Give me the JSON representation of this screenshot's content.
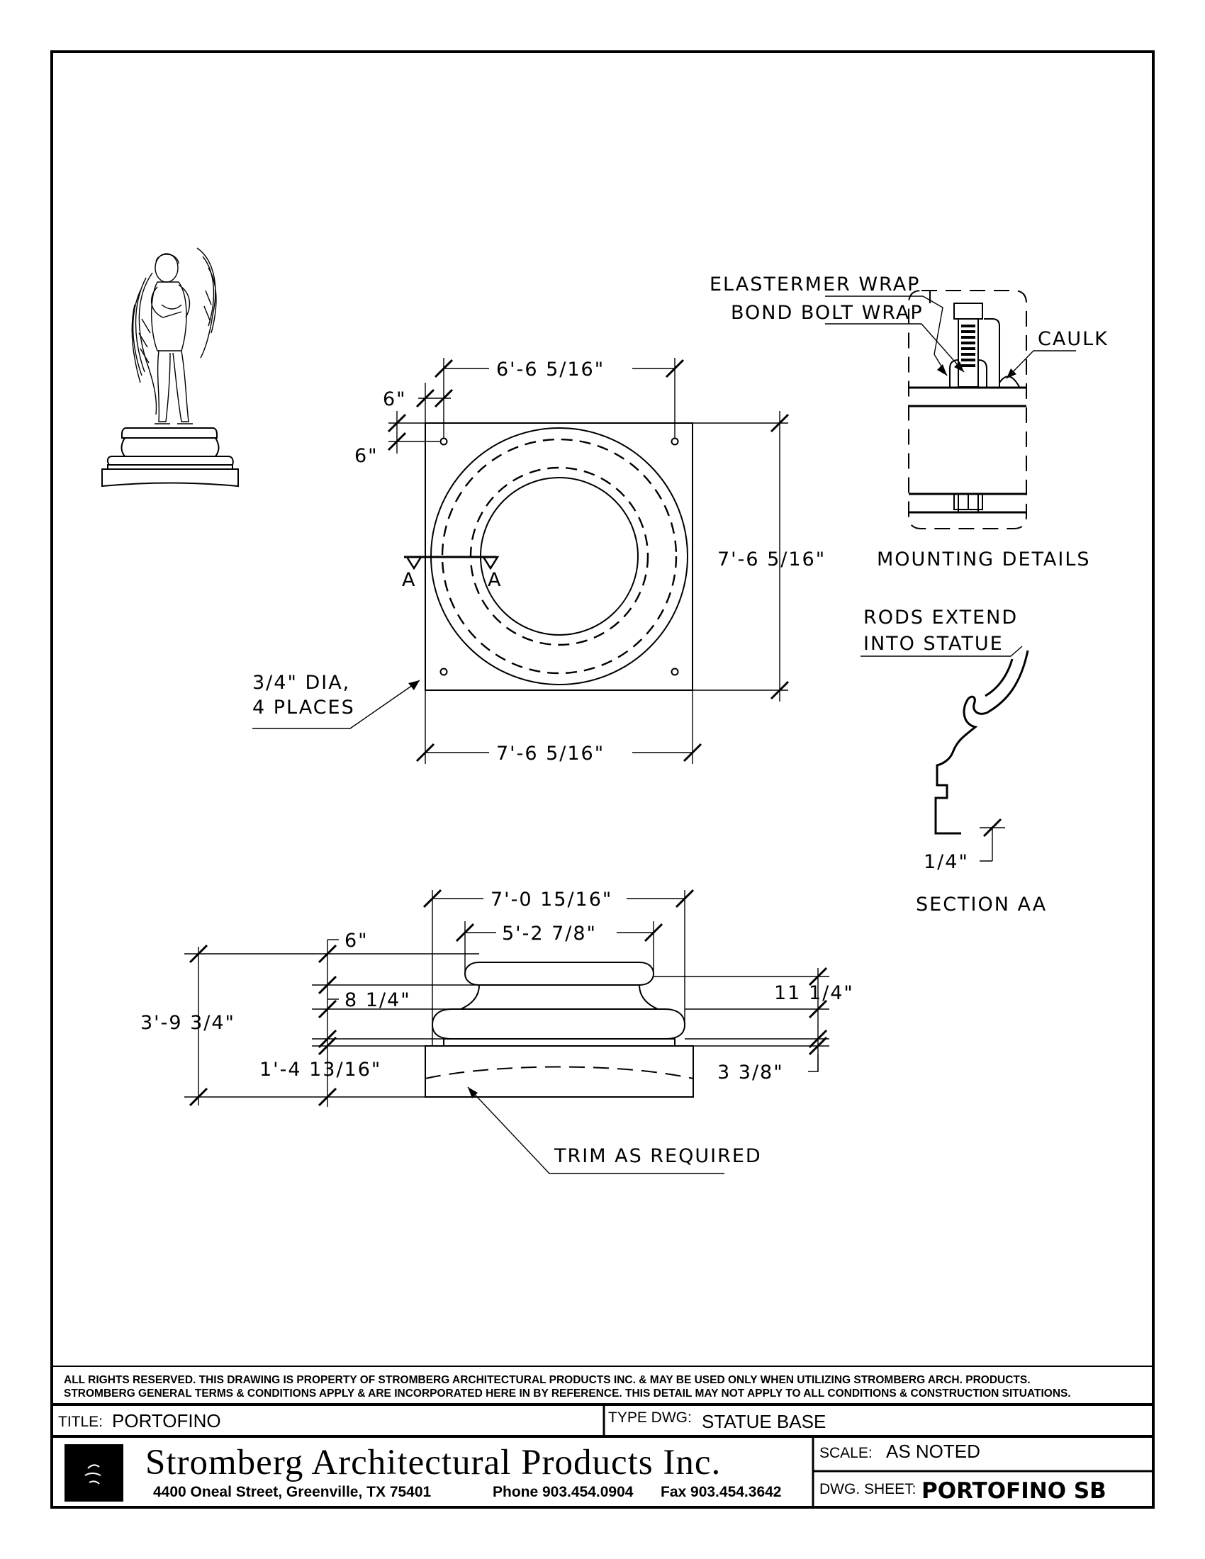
{
  "plan_view": {
    "dim_top_bolt_spacing": "6'-6 5/16\"",
    "dim_edge_x": "6\"",
    "dim_edge_y": "6\"",
    "dim_right_height": "7'-6 5/16\"",
    "dim_bottom_width": "7'-6 5/16\"",
    "hole_note_line1": "3/4\" DIA,",
    "hole_note_line2": "4 PLACES",
    "section_mark": "A"
  },
  "mounting_details": {
    "label_elastomer": "ELASTERMER WRAP",
    "label_bond": "BOND BOLT WRAP",
    "label_caulk": "CAULK",
    "title": "MOUNTING DETAILS"
  },
  "section_aa": {
    "note_line1": "RODS EXTEND",
    "note_line2": "INTO STATUE",
    "dim": "1/4\"",
    "title": "SECTION AA"
  },
  "elevation_view": {
    "dim_overall_width": "7'-0 15/16\"",
    "dim_top_width": "5'-2 7/8\"",
    "dim_cap": "6\"",
    "dim_neck": "8 1/4\"",
    "dim_total_height": "3'-9 3/4\"",
    "dim_plinth": "1'-4 13/16\"",
    "dim_right_upper": "11 1/4\"",
    "dim_right_lower": "3 3/8\"",
    "trim_note": "TRIM AS REQUIRED"
  },
  "title_block": {
    "disclaimer_line1": "ALL RIGHTS RESERVED. THIS DRAWING IS PROPERTY OF STROMBERG ARCHITECTURAL PRODUCTS INC. & MAY BE USED ONLY WHEN UTILIZING STROMBERG ARCH. PRODUCTS.",
    "disclaimer_line2": "STROMBERG GENERAL TERMS & CONDITIONS APPLY & ARE INCORPORATED HERE IN BY REFERENCE. THIS DETAIL MAY NOT APPLY TO ALL CONDITIONS & CONSTRUCTION SITUATIONS.",
    "title_label": "TITLE:",
    "title_value": "PORTOFINO",
    "type_label": "TYPE DWG:",
    "type_value": "STATUE BASE",
    "company_name": "Stromberg Architectural Products Inc.",
    "address": "4400 Oneal Street, Greenville, TX  75401",
    "phone": "Phone 903.454.0904",
    "fax": "Fax 903.454.3642",
    "scale_label": "SCALE:",
    "scale_value": "AS NOTED",
    "sheet_label": "DWG. SHEET:",
    "sheet_value": "PORTOFINO SB"
  },
  "logo_icon": "stromberg-logo-mark",
  "statue_icon": "angel-statue-illustration"
}
